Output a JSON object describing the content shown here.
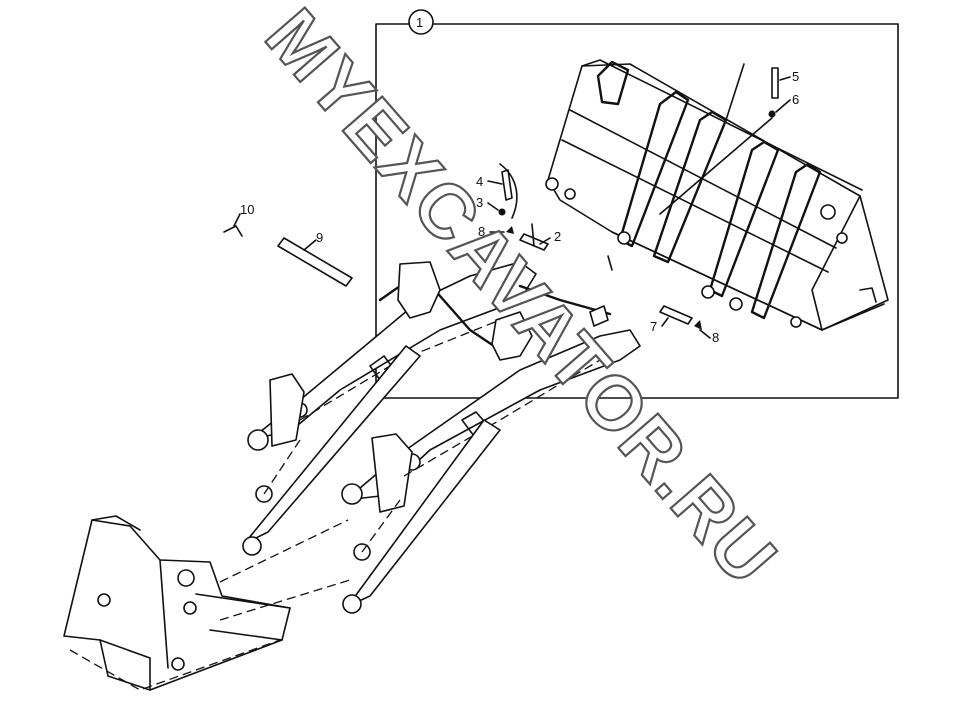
{
  "callouts": [
    {
      "id": "c1",
      "text": "1"
    },
    {
      "id": "c2",
      "text": "2"
    },
    {
      "id": "c3",
      "text": "3"
    },
    {
      "id": "c4",
      "text": "4"
    },
    {
      "id": "c5",
      "text": "5"
    },
    {
      "id": "c6",
      "text": "6"
    },
    {
      "id": "c7",
      "text": "7"
    },
    {
      "id": "c8a",
      "text": "8"
    },
    {
      "id": "c8b",
      "text": "8"
    },
    {
      "id": "c9",
      "text": "9"
    },
    {
      "id": "c10",
      "text": "10"
    }
  ],
  "watermark": "MYEXCAVATOR.RU",
  "colors": {
    "line": "#111111",
    "background": "#ffffff",
    "watermark_outline": "#555555"
  }
}
